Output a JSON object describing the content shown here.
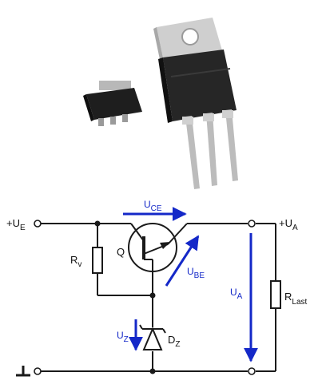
{
  "colors": {
    "wire": "#1a1a1a",
    "arrow": "#1428c8",
    "label_black": "#111111",
    "label_blue": "#1428c8",
    "photo_bg": "#ffffff",
    "package_body": "#222222",
    "heatsink_metal": "#c9c9c9",
    "lead_metal": "#b5b5b5"
  },
  "labels": {
    "input_voltage": {
      "main": "+U",
      "sub": "E"
    },
    "output_voltage": {
      "main": "+U",
      "sub": "A"
    },
    "collector_emitter_voltage": {
      "main": "U",
      "sub": "CE"
    },
    "base_emitter_voltage": {
      "main": "U",
      "sub": "BE"
    },
    "output_voltage_arrow": {
      "main": "U",
      "sub": "A"
    },
    "zener_voltage": {
      "main": "U",
      "sub": "Z"
    },
    "series_resistor": {
      "main": "R",
      "sub": "v"
    },
    "transistor": {
      "main": "Q"
    },
    "zener_diode": {
      "main": "D",
      "sub": "Z"
    },
    "load_resistor": {
      "main": "R",
      "sub": "Last"
    }
  },
  "icons": {
    "ground": "ground-icon",
    "zener": "zener-diode-icon",
    "transistor": "npn-transistor-icon",
    "resistor": "resistor-icon",
    "terminal": "terminal-circle-icon"
  }
}
